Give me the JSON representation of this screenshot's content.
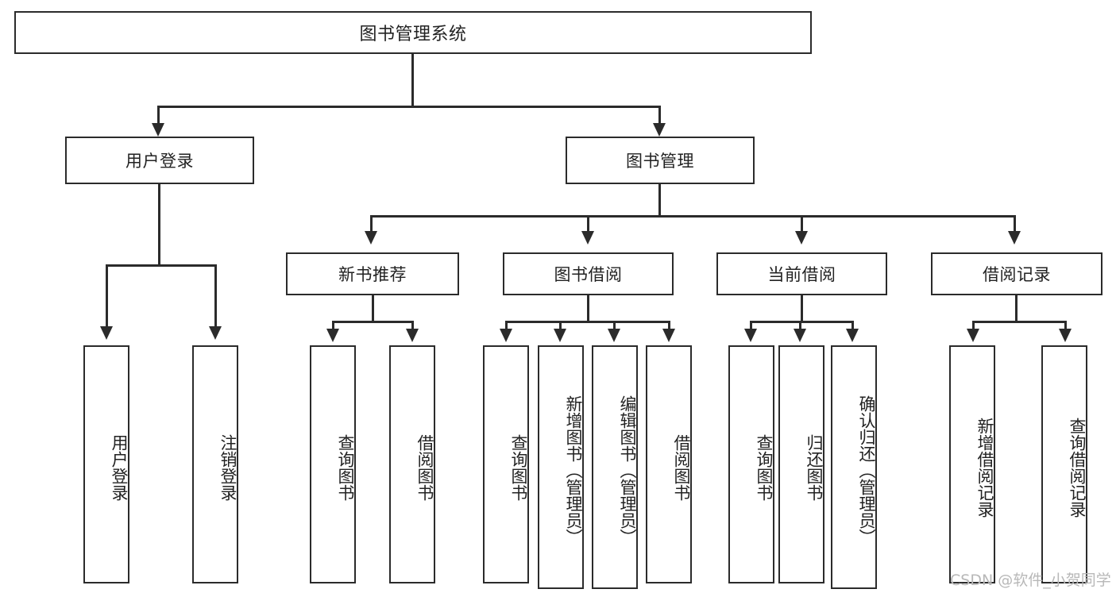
{
  "diagram": {
    "type": "tree-hierarchy",
    "root": {
      "label": "图书管理系统"
    },
    "level1": [
      {
        "label": "用户登录"
      },
      {
        "label": "图书管理"
      }
    ],
    "level2": [
      {
        "label": "新书推荐"
      },
      {
        "label": "图书借阅"
      },
      {
        "label": "当前借阅"
      },
      {
        "label": "借阅记录"
      }
    ],
    "leaves": {
      "user_login": [
        {
          "label": "用户登录"
        },
        {
          "label": "注销登录"
        }
      ],
      "new_book_rec": [
        {
          "label": "查询图书"
        },
        {
          "label": "借阅图书"
        }
      ],
      "book_borrow": [
        {
          "label": "查询图书"
        },
        {
          "label": "新增图书（管理员）"
        },
        {
          "label": "编辑图书（管理员）"
        },
        {
          "label": "借阅图书"
        }
      ],
      "current_borrow": [
        {
          "label": "查询图书"
        },
        {
          "label": "归还图书"
        },
        {
          "label": "确认归还（管理员）"
        }
      ],
      "borrow_record": [
        {
          "label": "新增借阅记录"
        },
        {
          "label": "查询借阅记录"
        }
      ]
    }
  },
  "watermark": {
    "text": "CSDN @软件_小贺同学"
  },
  "colors": {
    "stroke": "#2b2b2b",
    "background": "#ffffff",
    "text": "#222222",
    "watermark": "#b8b8b8"
  }
}
